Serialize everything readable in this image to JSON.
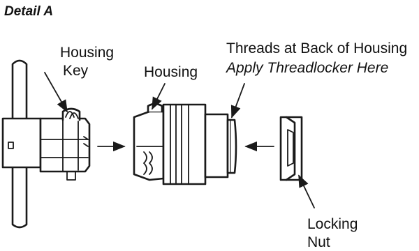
{
  "diagram": {
    "title": "Detail A",
    "labels": {
      "housing_key_line1": "Housing",
      "housing_key_line2": "Key",
      "housing": "Housing",
      "threads_line1": "Threads at Back of Housing",
      "threads_line2": "Apply Threadlocker Here",
      "locking_nut_line1": "Locking",
      "locking_nut_line2": "Nut"
    },
    "parts": [
      "connector-plug",
      "housing",
      "locking-nut"
    ],
    "colors": {
      "ink": "#1a1a1a",
      "background": "#ffffff"
    }
  }
}
